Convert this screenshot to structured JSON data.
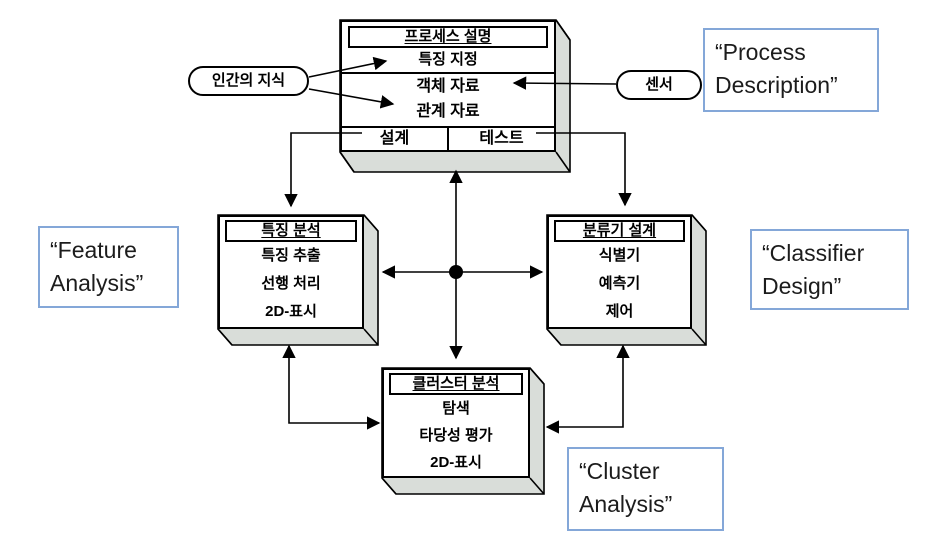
{
  "diagram": {
    "process_box": {
      "title": "프로세스 설명",
      "feature_row": "특징 지정",
      "object_row": "객체 자료",
      "relation_row": "관계 자료",
      "design_cell": "설계",
      "test_cell": "테스트"
    },
    "feature_box": {
      "title": "특징 분석",
      "lines": [
        "특징 추출",
        "선행 처리",
        "2D-표시"
      ]
    },
    "classifier_box": {
      "title": "분류기 설계",
      "lines": [
        "식별기",
        "예측기",
        "제어"
      ]
    },
    "cluster_box": {
      "title": "클러스터 분석",
      "lines": [
        "탐색",
        "타당성 평가",
        "2D-표시"
      ]
    },
    "ovals": {
      "human_knowledge": "인간의 지식",
      "sensor": "센서"
    },
    "callouts": {
      "process": "“Process Description”",
      "feature": "“Feature Analysis”",
      "classifier": "“Classifier Design”",
      "cluster": "“Cluster Analysis”"
    },
    "colors": {
      "callout_border": "#84a7d8",
      "slab_face": "#d9ddd9",
      "line_color": "#000000"
    }
  }
}
